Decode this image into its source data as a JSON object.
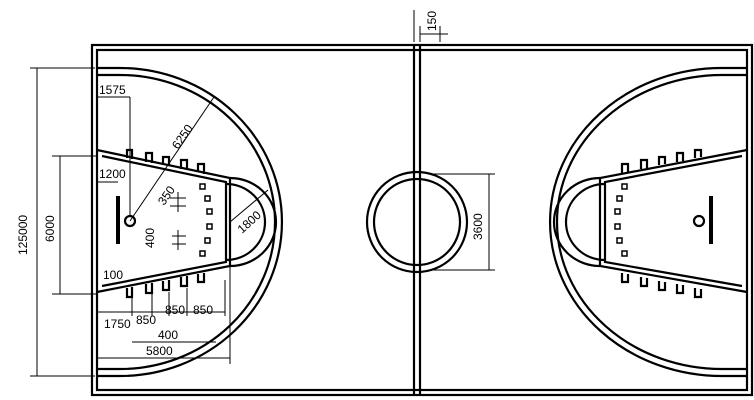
{
  "court": {
    "dimensions": {
      "baseline_gap": "150",
      "basket_offset": "1575",
      "three_point_radius": "6250",
      "board_offset": "1200",
      "key_width": "6000",
      "court_width": "125000",
      "lane_mark_spacing": "350",
      "restricted_radius": "400",
      "circle_radius_ft": "1800",
      "lane_offset": "100",
      "lane_marks": [
        "1750",
        "850",
        "850",
        "850"
      ],
      "hash_400": "400",
      "free_throw_distance": "5800",
      "center_circle_diameter": "3600"
    }
  }
}
